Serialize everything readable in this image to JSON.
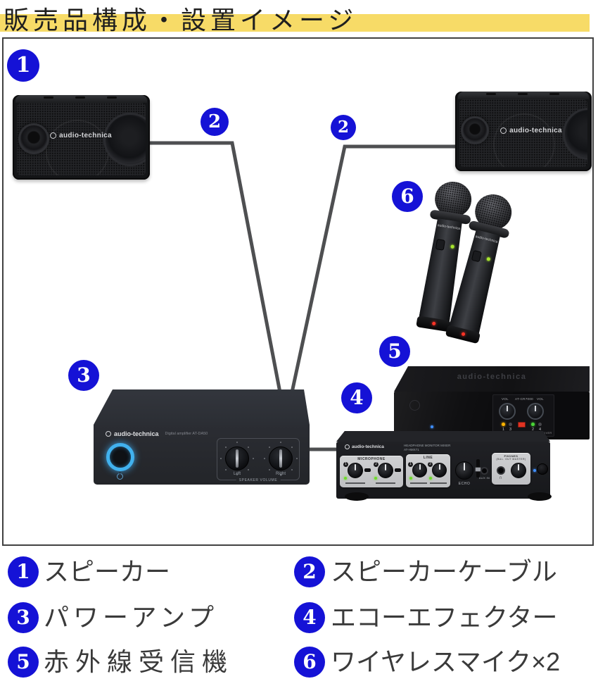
{
  "title": "販売品構成・設置イメージ",
  "diagram": {
    "badges": [
      "1",
      "2",
      "2",
      "3",
      "4",
      "5",
      "6"
    ]
  },
  "devices": {
    "speaker": {
      "brand": "audio-technica"
    },
    "amp": {
      "brand": "audio-technica",
      "model": "Digital amplifier AT-DA50",
      "knob_left": "Left",
      "knob_right": "Right",
      "panel_label": "SPEAKER VOLUME"
    },
    "mixer": {
      "brand": "audio-technica",
      "name_line1": "HEADPHONE MONITOR MIXER",
      "name_line2": "AT-HMX71",
      "mic_section": "MICROPHONE",
      "line_section": "LINE",
      "echo_label": "ECHO",
      "aux_label": "AUX IN",
      "phones_line1": "PHONES",
      "phones_line2": "(BAL. OUT MASTER)",
      "channel_ids": [
        "1",
        "2"
      ]
    },
    "receiver": {
      "brand": "audio-technica",
      "vol_left": "VOL",
      "model": "AT-CR7000",
      "vol_right": "VOL",
      "led_labels": [
        "1",
        "3",
        "2",
        "4"
      ],
      "caption": "HYBRID DIGITAL INFRARED RECEIVER"
    },
    "mic": {
      "brand": "audio-technica"
    }
  },
  "legend": {
    "items": [
      {
        "num": "1",
        "label": "スピーカー"
      },
      {
        "num": "2",
        "label": "スピーカーケーブル"
      },
      {
        "num": "3",
        "label": "パワーアンプ"
      },
      {
        "num": "4",
        "label": "エコーエフェクター"
      },
      {
        "num": "5",
        "label": "赤外線受信機"
      },
      {
        "num": "6",
        "label": "ワイヤレスマイク×2"
      }
    ]
  },
  "colors": {
    "badge_blue": "#1512d6",
    "highlight_yellow": "#f7db67",
    "cable_gray": "#4e4f51"
  }
}
